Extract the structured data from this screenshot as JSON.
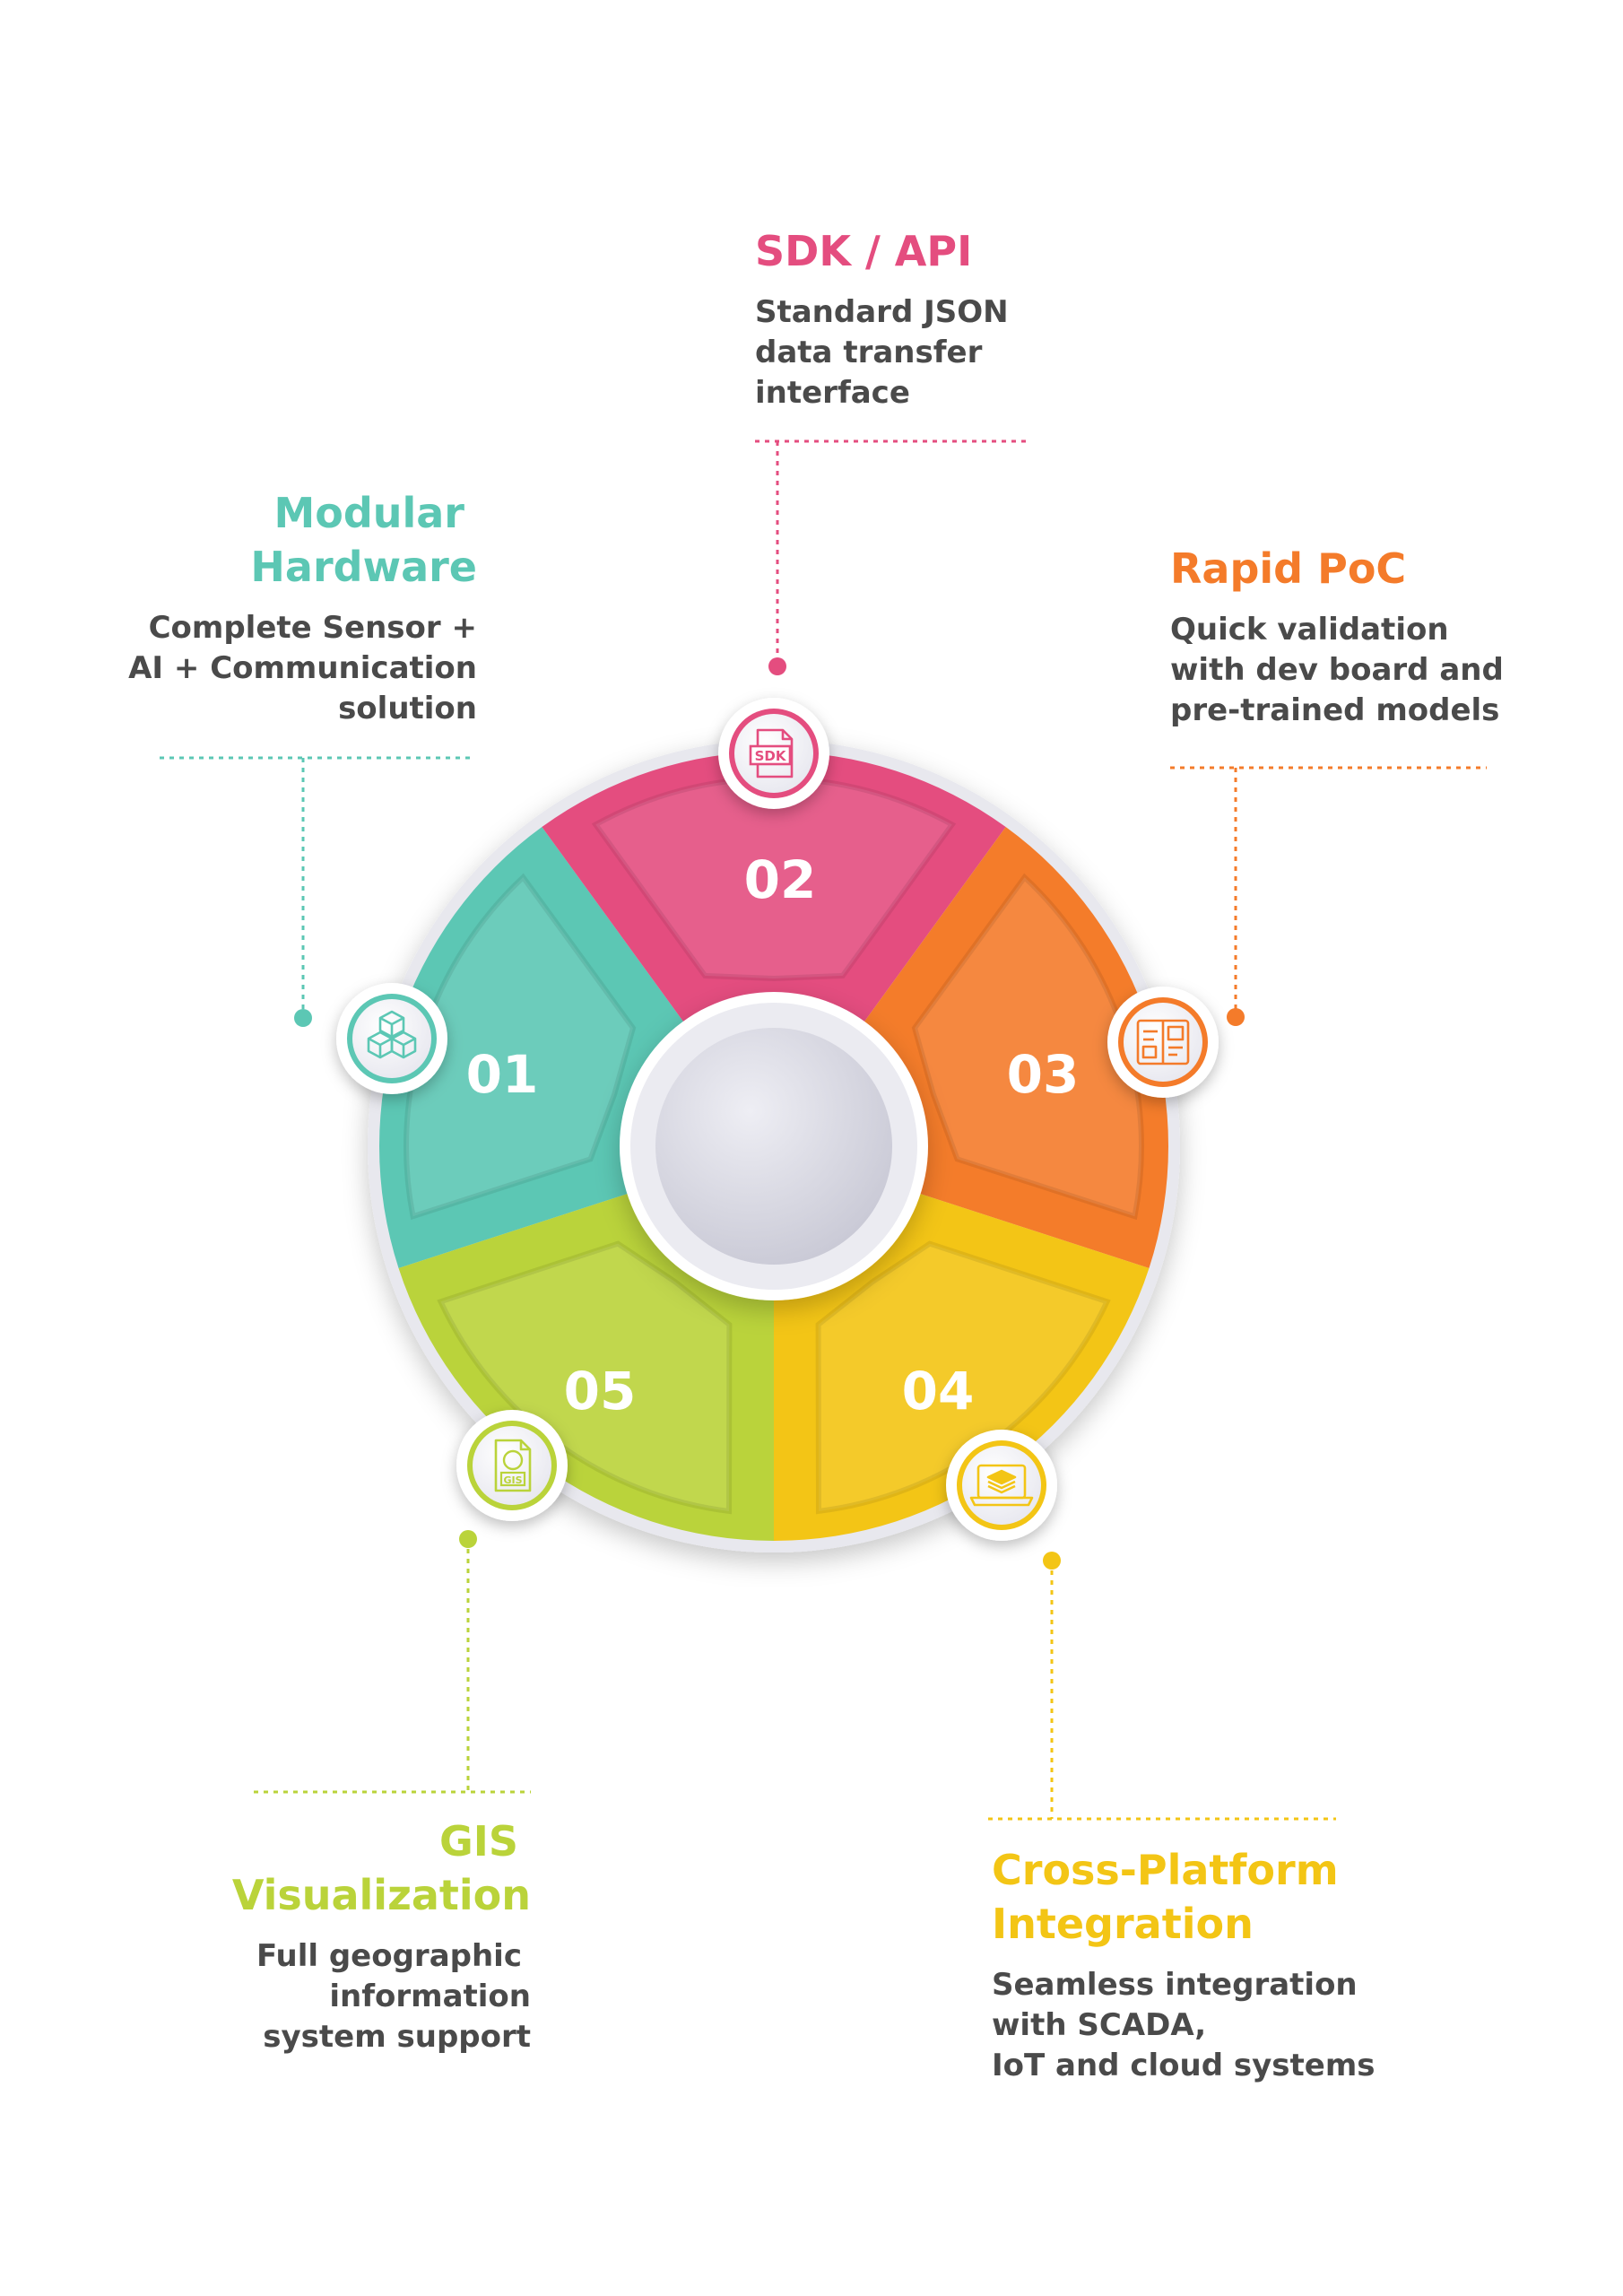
{
  "colors": {
    "teal": "#5cc7b4",
    "pink": "#e44d7f",
    "orange": "#f47b2a",
    "yellow": "#f3c515",
    "green": "#bad33a",
    "hub": "#d3d3de",
    "desc_text": "#4a4a4a"
  },
  "segments": [
    {
      "number": "01",
      "title_lines": [
        "Modular",
        "Hardware"
      ],
      "desc_lines": [
        "Complete Sensor +",
        "AI + Communication",
        "solution"
      ],
      "icon": "cubes-icon",
      "color": "#5cc7b4"
    },
    {
      "number": "02",
      "title_lines": [
        "SDK / API"
      ],
      "desc_lines": [
        "Standard JSON",
        "data transfer",
        "interface"
      ],
      "icon": "sdk-file-icon",
      "icon_label": "SDK",
      "color": "#e44d7f"
    },
    {
      "number": "03",
      "title_lines": [
        "Rapid PoC"
      ],
      "desc_lines": [
        "Quick validation",
        "with dev board and",
        "pre-trained models"
      ],
      "icon": "dev-board-icon",
      "color": "#f47b2a"
    },
    {
      "number": "04",
      "title_lines": [
        "Cross-Platform",
        "Integration"
      ],
      "desc_lines": [
        "Seamless integration",
        "with SCADA,",
        "IoT and cloud systems"
      ],
      "icon": "laptop-layers-icon",
      "color": "#f3c515"
    },
    {
      "number": "05",
      "title_lines": [
        "GIS",
        "Visualization"
      ],
      "desc_lines": [
        "Full geographic",
        "information",
        "system support"
      ],
      "icon": "gis-file-icon",
      "icon_label": "GIS",
      "color": "#bad33a"
    }
  ]
}
